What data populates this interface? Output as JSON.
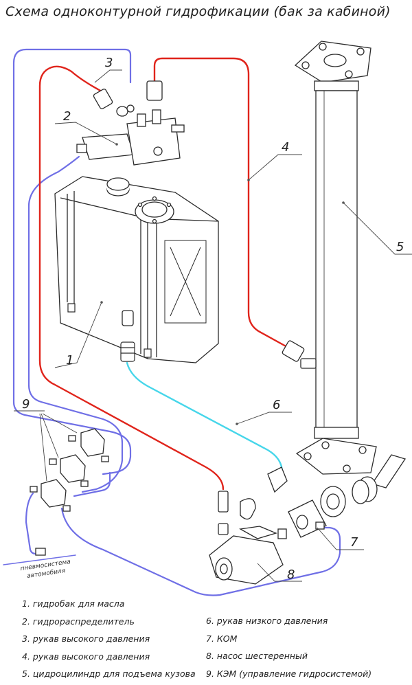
{
  "title": "Схема одноконтурной гидрофикации (бак за кабиной)",
  "callouts": {
    "c1": "1",
    "c2": "2",
    "c3": "3",
    "c4": "4",
    "c5": "5",
    "c6": "6",
    "c7": "7",
    "c8": "8",
    "c9": "9"
  },
  "pneumo_label": {
    "line1": "пневмосистема",
    "line2": "автомобиля"
  },
  "legend_left": [
    "1. гидробак для масла",
    "2. гидрораспределитель",
    "3. рукав высокого давления",
    "4. рукав высокого давления",
    "5. цидроцилиндр для подъема кузова"
  ],
  "legend_right": [
    "6. рукав низкого давления",
    "7. КОМ",
    "8. насос шестеренный",
    "9. КЭМ (управление гидросистемой)"
  ],
  "colors": {
    "high_pressure": "#e0241b",
    "low_pressure": "#46d6ea",
    "pneumatic": "#6f6fe6",
    "outline": "#2a2a2a"
  }
}
